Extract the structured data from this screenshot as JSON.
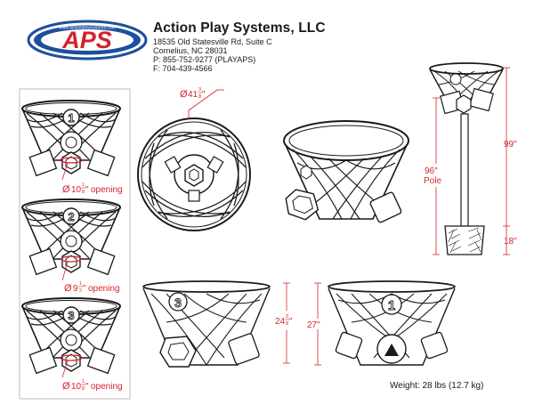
{
  "company": {
    "logo_text": "APS",
    "logo_url_text": "www.actionplaysystems.com",
    "name": "Action Play Systems, LLC",
    "address1": "18535 Old Statesville Rd, Suite C",
    "address2": "Cornelius, NC 28031",
    "phone": "P: 855-752-9277 (PLAYAPS)",
    "fax": "F: 704-439-4566"
  },
  "variants": [
    {
      "number": "1",
      "opening": "10",
      "opening_frac_num": "1",
      "opening_frac_den": "8",
      "opening_label": "opening"
    },
    {
      "number": "2",
      "opening": "9",
      "opening_frac_num": "1",
      "opening_frac_den": "2",
      "opening_label": "opening"
    },
    {
      "number": "3",
      "opening": "10",
      "opening_frac_num": "1",
      "opening_frac_den": "8",
      "opening_label": "opening"
    }
  ],
  "dimensions": {
    "rim_diameter_whole": "41",
    "rim_diameter_num": "3",
    "rim_diameter_den": "8",
    "total_height": "99\"",
    "pole_length": "96\"",
    "pole_word": "Pole",
    "footing_depth": "18\"",
    "basket_height_whole": "24",
    "basket_height_num": "3",
    "basket_height_den": "8",
    "basket_height_alt": "27\""
  },
  "front_view_numbers": {
    "side_left": "3",
    "side_right": "1"
  },
  "weight": "Weight: 28 lbs (12.7 kg)",
  "colors": {
    "dimension_red": "#d2232a",
    "logo_blue": "#1d4f9c",
    "logo_red": "#d2232a",
    "line": "#1a1a1a"
  }
}
